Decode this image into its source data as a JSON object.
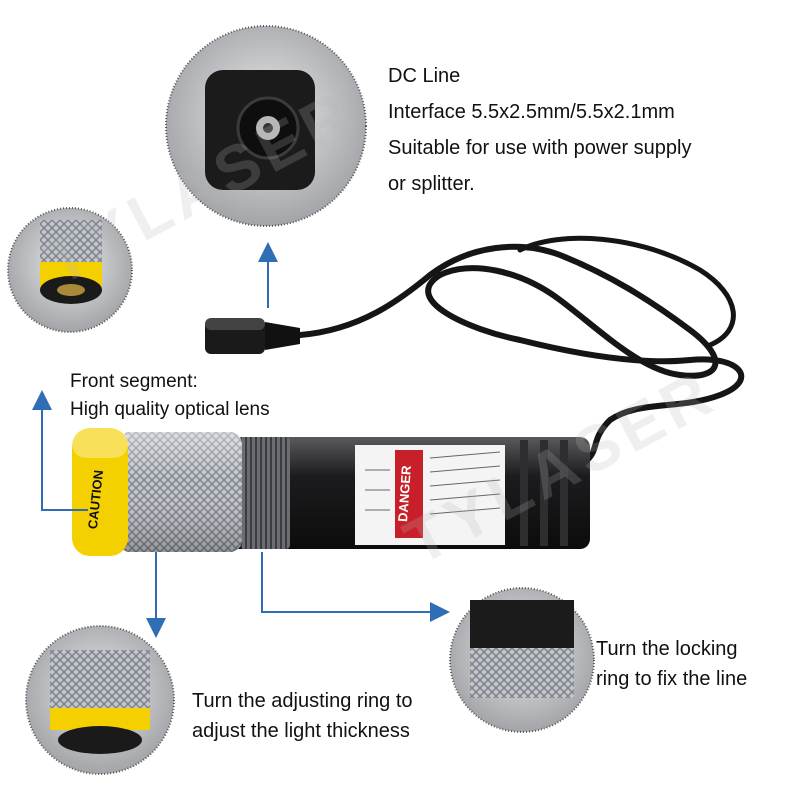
{
  "watermark": "TYLASER",
  "callouts": {
    "dc": {
      "lines": [
        "DC Line",
        "Interface 5.5x2.5mm/5.5x2.1mm",
        "Suitable for use with power supply",
        "or splitter."
      ]
    },
    "front": {
      "lines": [
        "Front segment:",
        "High quality optical lens"
      ]
    },
    "adjust": {
      "lines": [
        "Turn the adjusting ring to",
        "adjust the light thickness"
      ]
    },
    "lock": {
      "lines": [
        "Turn the locking",
        "ring to fix the line"
      ]
    }
  },
  "product_labels": {
    "caution": "CAUTION",
    "danger": "DANGER"
  },
  "colors": {
    "arrow": "#2f6db5",
    "caution_yellow": "#f5d000",
    "body_black": "#1a1a1a",
    "knurl_silver": "#b8bcc2"
  }
}
